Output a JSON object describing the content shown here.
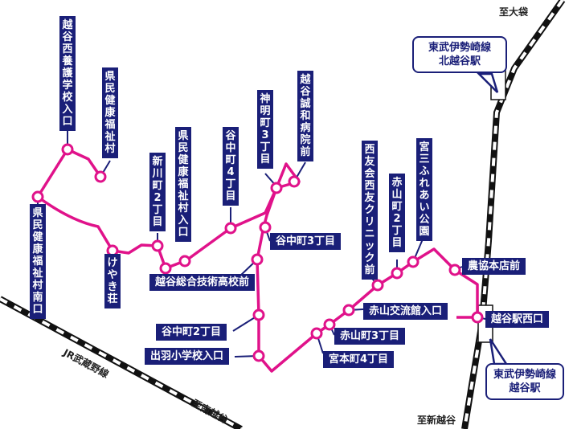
{
  "stops": {
    "koshigaya_nishi_yogo": "越谷西養護学校入口",
    "kenmin_fukushi_mura": "県民健康福祉村",
    "kenmin_fukushi_minami": "県民健康福祉村南口",
    "shinkawa_2": "新川町2丁目",
    "kenmin_fukushi_iriguchi": "県民健康福祉村入口",
    "yanaka_4": "谷中町4丁目",
    "shinmei_3": "神明町3丁目",
    "seiwa_byoin": "越谷誠和病院前",
    "keyakiso": "けやき荘",
    "sogo_gijutsu": "越谷総合技術高校前",
    "yanaka_3": "谷中町3丁目",
    "yanaka_2": "谷中町2丁目",
    "dewa_shogakko": "出羽小学校入口",
    "seiyukai": "西友会西友クリニック前",
    "akayama_2": "赤山町2丁目",
    "miyasan_koen": "宮三ふれあい公園",
    "nokyo_honten": "農協本店前",
    "akayama_koryukan": "赤山交流館入口",
    "akayama_3": "赤山町3丁目",
    "miyamoto_4": "宮本町4丁目",
    "koshigaya_nishiguchi": "越谷駅西口"
  },
  "stations": {
    "kitakoshigaya_line": "東武伊勢崎線",
    "kitakoshigaya_name": "北越谷駅",
    "koshigaya_line": "東武伊勢崎線",
    "koshigaya_name": "越谷駅"
  },
  "directions": {
    "to_omiya": "至大袋",
    "to_shinkoshigaya": "至新越谷",
    "to_minamikoshigaya": "至南越谷"
  },
  "rail": {
    "jr_musashino": "JR武蔵野線"
  },
  "colors": {
    "route": "#e0128a",
    "label_bg": "#1a1f78",
    "rail": "#111111"
  }
}
